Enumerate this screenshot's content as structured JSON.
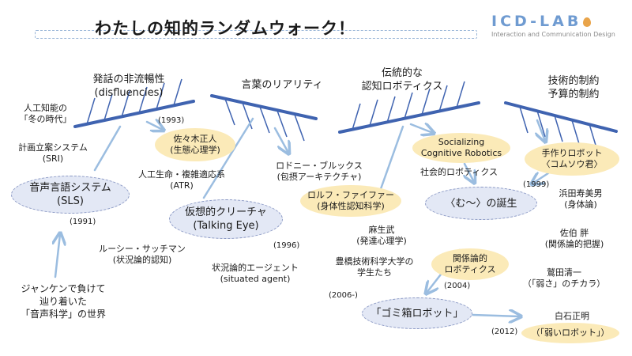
{
  "header": {
    "title": "わたしの知的ランダムウォーク！",
    "logo_name": "ICD-LAB",
    "logo_sub": "Interaction and Communication Design",
    "logo_icon": "drop-icon"
  },
  "branches": [
    {
      "label": "発話の非流暢性",
      "label2": "(disfluencies)"
    },
    {
      "label": "言葉のリアリティ"
    },
    {
      "label": "伝統的な",
      "label2": "認知ロボティクス"
    },
    {
      "label": "技術的制約",
      "label2": "予算的制約"
    }
  ],
  "nodes": {
    "ai_winter": {
      "line1": "人工知能の",
      "line2": "「冬の時代」"
    },
    "sri": {
      "line1": "計画立案システム",
      "line2": "(SRI)"
    },
    "sls": {
      "line1": "音声言語システム",
      "line2": "(SLS)",
      "year": "(1991)"
    },
    "sasaki": {
      "year": "(1993)",
      "line1": "佐々木正人",
      "line2": "(生態心理学)"
    },
    "atr": {
      "line1": "人工生命・複雑適応系",
      "line2": "(ATR)"
    },
    "talking_eye": {
      "line1": "仮想的クリーチャ",
      "line2": "(Talking Eye)",
      "year": "(1996)"
    },
    "brooks": {
      "line1": "ロドニー・ブルックス",
      "line2": "(包摂アーキテクチャ)"
    },
    "pfeifer": {
      "line1": "ロルフ・ファイファー",
      "line2": "(身体性認知科学)"
    },
    "suchman": {
      "line1": "ルーシー・サッチマン",
      "line2": "(状況論的認知)"
    },
    "situated": {
      "line1": "状況論的エージェント",
      "line2": "(situated agent)"
    },
    "janken": {
      "line1": "ジャンケンで負けて",
      "line2": "辿り着いた",
      "line3": "「音声科学」の世界"
    },
    "socializing": {
      "line1": "Socializing",
      "line2": "Cognitive Robotics",
      "line3": "社会的ロボティクス"
    },
    "tezukuri": {
      "line1": "手作りロボット",
      "line2": "〈コムソウ君〉",
      "year": "(1999)"
    },
    "muu": {
      "label": "〈む〜〉の誕生"
    },
    "hamada": {
      "line1": "浜田寿美男",
      "line2": "(身体論)"
    },
    "saeki": {
      "line1": "佐伯 胖",
      "line2": "(関係論的把握)"
    },
    "asao": {
      "line1": "麻生武",
      "line2": "(発達心理学)"
    },
    "toyohashi": {
      "line1": "豊橋技術科学大学の",
      "line2": "学生たち",
      "year": "(2006-)"
    },
    "kankeiron": {
      "line1": "関係論的",
      "line2": "ロボティクス",
      "year": "(2004)"
    },
    "washida": {
      "line1": "鷲田清一",
      "line2": "（「弱さ」のチカラ）"
    },
    "gomibako": {
      "label": "「ゴミ箱ロボット」"
    },
    "shiraishi": {
      "line1": "白石正明",
      "line2": "（「弱いロボット」）",
      "year": "(2012)"
    }
  },
  "colors": {
    "branch": "#3f63b0",
    "arrow": "#9bbde0",
    "ellipse_fill": "#e3e8f5",
    "ellipse_border": "#8a98c4",
    "blob_fill": "#fbeab8",
    "logo": "#6f9bd1",
    "logo_drop": "#e9a44a"
  }
}
